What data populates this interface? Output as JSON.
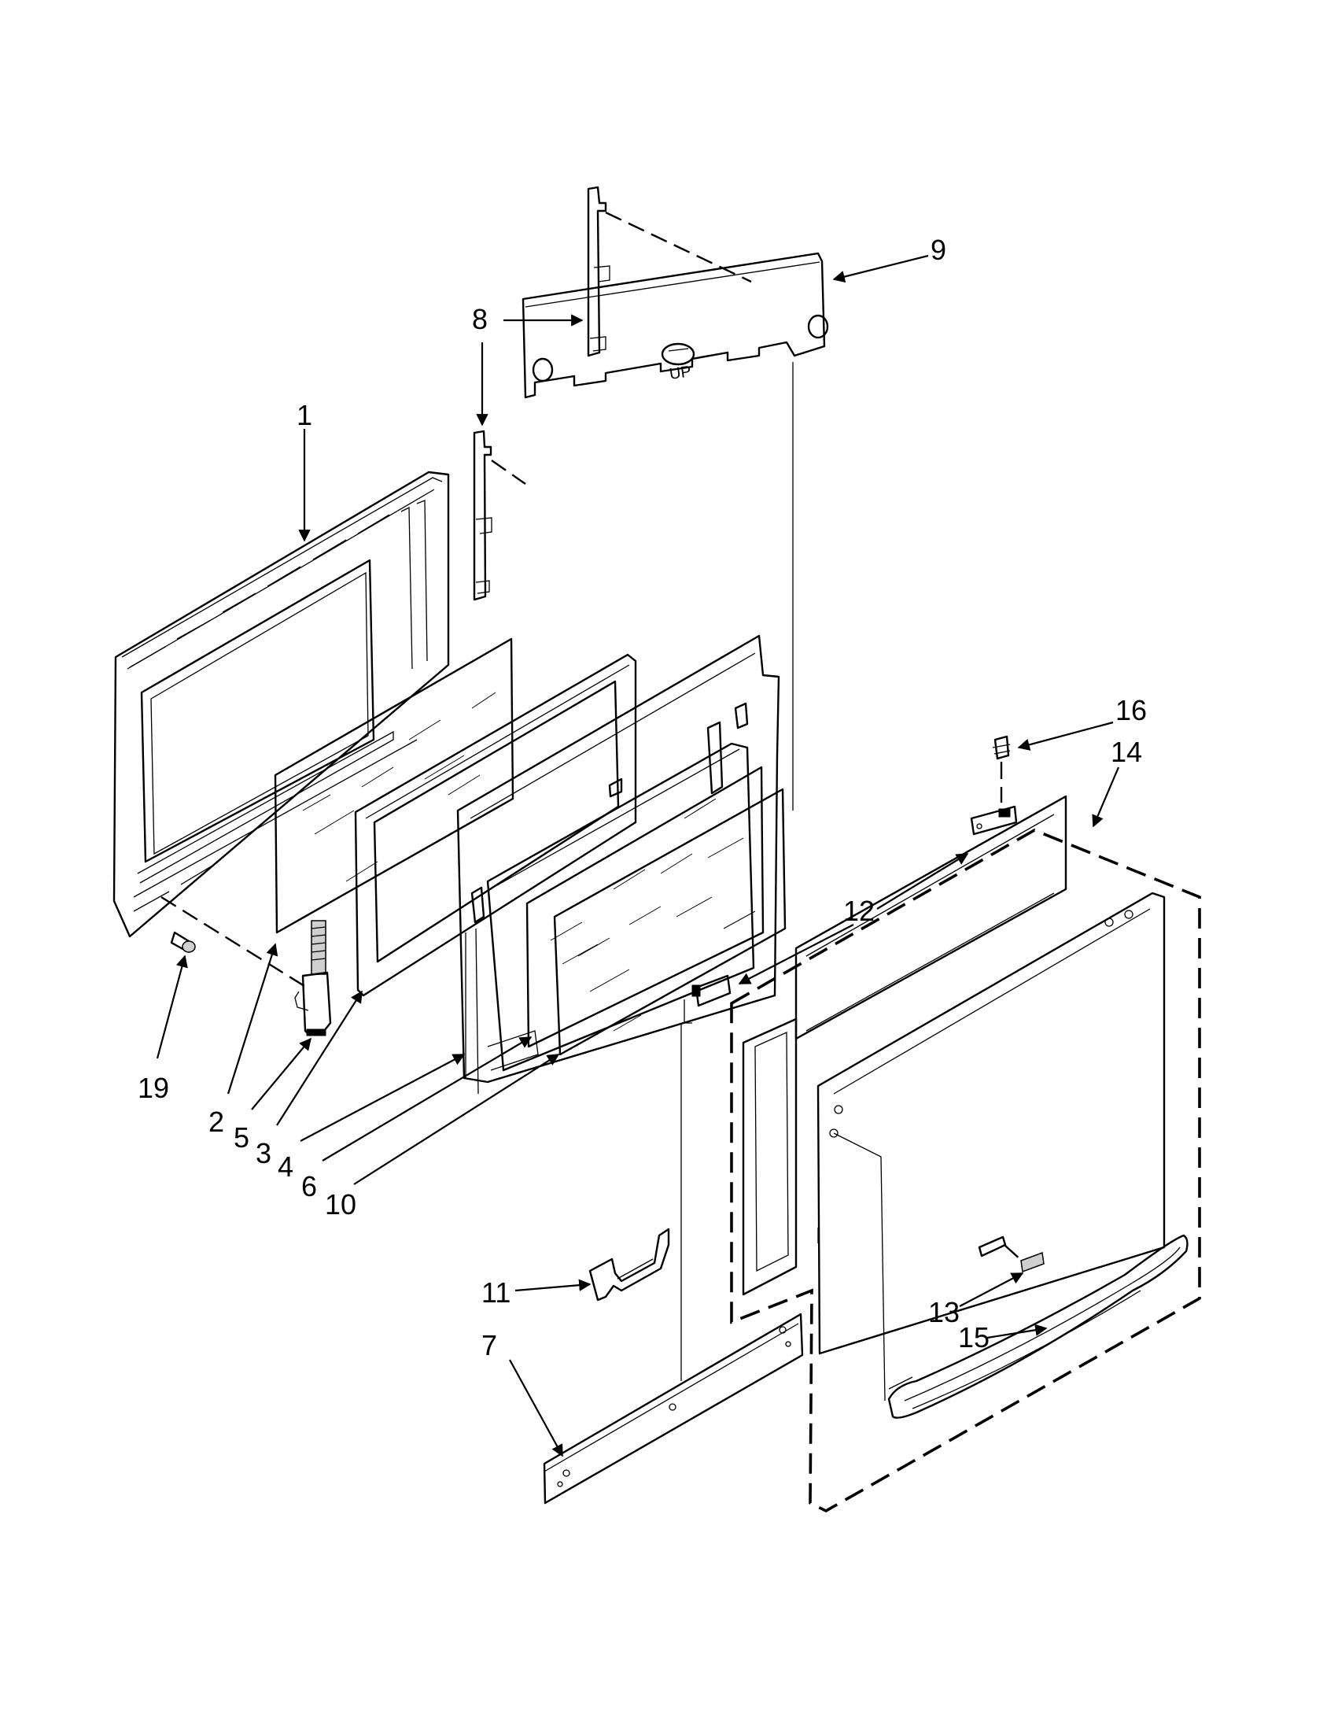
{
  "callouts": {
    "c1": "1",
    "c2": "2",
    "c3": "3",
    "c4": "4",
    "c5": "5",
    "c6": "6",
    "c7": "7",
    "c8a": "8",
    "c9": "9",
    "c10": "10",
    "c11": "11",
    "c12": "12",
    "c13": "13",
    "c14": "14",
    "c15": "15",
    "c16": "16",
    "c19": "19"
  },
  "markings": {
    "up_label": "UP"
  }
}
